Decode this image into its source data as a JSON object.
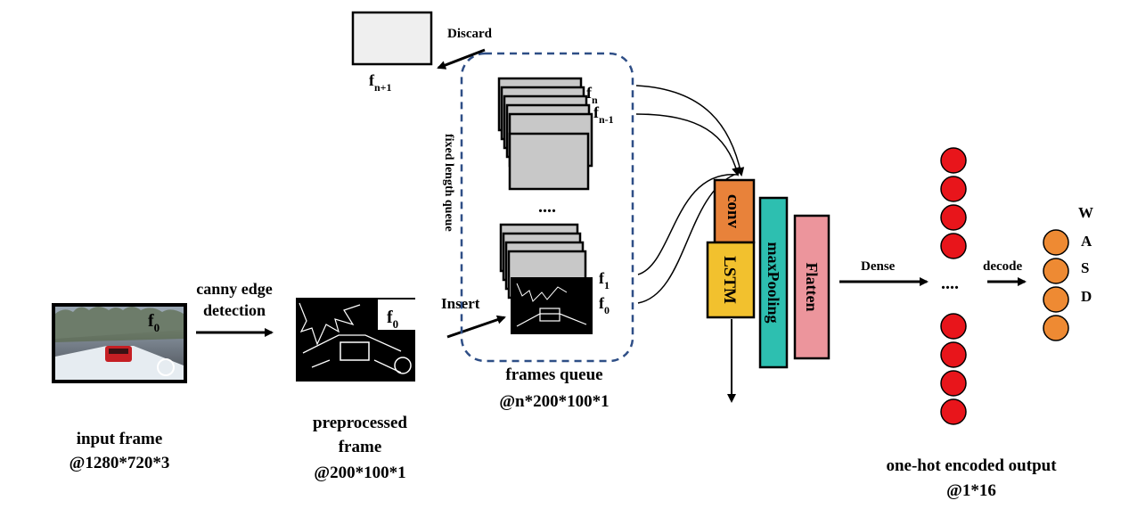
{
  "input": {
    "label_line1": "input frame",
    "label_line2": "@1280*720*3",
    "frame_tag": "f",
    "frame_tag_sub": "0"
  },
  "edge": {
    "label_line1": "canny edge",
    "label_line2": "detection"
  },
  "preprocessed": {
    "label_line1": "preprocessed",
    "label_line2": "frame",
    "label_line3": "@200*100*1",
    "frame_tag": "f",
    "frame_tag_sub": "0"
  },
  "queue": {
    "insert": "Insert",
    "discard": "Discard",
    "side_label": "fixed length queue",
    "ellipsis": "....",
    "label_line1": "frames queue",
    "label_line2": "@n*200*100*1",
    "tags": {
      "fn": "f",
      "fn_sub": "n",
      "fn1": "f",
      "fn1_sub": "n-1",
      "f1": "f",
      "f1_sub": "1",
      "f0": "f",
      "f0_sub": "0",
      "fnplus": "f",
      "fnplus_sub": "n+1"
    }
  },
  "layers": {
    "conv": "conv",
    "lstm": "LSTM",
    "maxpool": "maxPooling",
    "flatten": "Flatten"
  },
  "dense": {
    "label": "Dense",
    "ellipsis": "...."
  },
  "decode": {
    "label": "decode"
  },
  "output": {
    "keys": [
      "W",
      "A",
      "S",
      "D"
    ],
    "label_line1": "one-hot encoded output",
    "label_line2": "@1*16"
  },
  "colors": {
    "conv": "#E8823A",
    "lstm": "#F2C12E",
    "maxpool": "#2DBFB0",
    "flatten": "#EC959C",
    "dense_node": "#E8151B",
    "output_node": "#EE8A33",
    "queue_border": "#2E4E86"
  }
}
